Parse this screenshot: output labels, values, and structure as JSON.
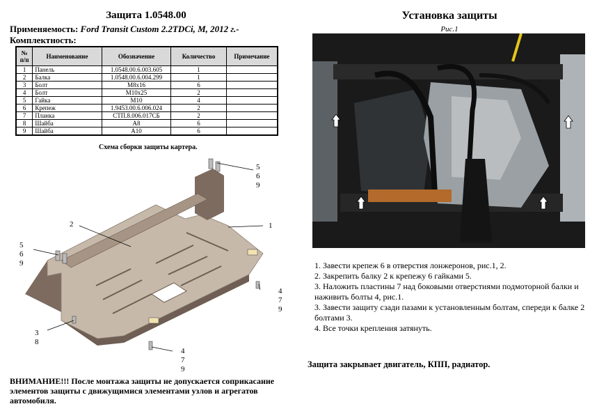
{
  "header": {
    "title": "Защита 1.0548.00",
    "applicability_label": "Применяемость:",
    "applicability_value": "Ford Transit Custom 2.2TDCi, M, 2012 г.-",
    "kit_label": "Комплектность:"
  },
  "parts_table": {
    "columns": [
      "№ п/п",
      "Наименование",
      "Обозначение",
      "Количество",
      "Примечание"
    ],
    "rows": [
      [
        "1",
        "Панель",
        "1.0548.00.6.003.605",
        "1",
        ""
      ],
      [
        "2",
        "Балка",
        "1.0548.00.6.004.299",
        "1",
        ""
      ],
      [
        "3",
        "Болт",
        "М8х16",
        "6",
        ""
      ],
      [
        "4",
        "Болт",
        "М10х25",
        "2",
        ""
      ],
      [
        "5",
        "Гайка",
        "М10",
        "4",
        ""
      ],
      [
        "6",
        "Крепеж",
        "1.9453.00.6.006.024",
        "2",
        ""
      ],
      [
        "7",
        "Планка",
        "СТП.8.006.017СБ",
        "2",
        ""
      ],
      [
        "8",
        "Шайба",
        "А8",
        "6",
        ""
      ],
      [
        "9",
        "Шайба",
        "А10",
        "6",
        ""
      ]
    ]
  },
  "assembly": {
    "caption": "Схема сборки защиты картера.",
    "callouts": {
      "top_right": "5\n6\n9",
      "beam": "2",
      "panel": "1",
      "left": "5\n6\n9",
      "right": "4\n7\n9",
      "bottom_left": "3\n8",
      "bottom": "4\n7\n9"
    }
  },
  "warning": "ВНИМАНИЕ!!!   После монтажа защиты не допускается соприкасание элементов защиты с движущимися элементами узлов и агрегатов автомобиля.",
  "installation": {
    "title": "Установка защиты",
    "figure_label": "Рис.1",
    "steps": [
      "1. Завести крепеж 6 в отверстия лонжеронов, рис.1, 2.",
      "2. Закрепить балку 2 к крепежу 6 гайками 5.",
      "3. Наложить пластины 7 над боковыми отверстиями подмоторной балки и наживить болты 4, рис.1.",
      "3. Завести защиту сзади пазами к установленным болтам, спереди к балке 2 болтами 3.",
      "4. Все точки крепления затянуть."
    ],
    "note": "Защита закрывает двигатель, КПП, радиатор."
  },
  "colors": {
    "table_header_bg": "#d9d9d9",
    "panel_top": "#c6b9aa",
    "panel_side": "#7d6b5f",
    "photo_bg": "#1a1a1a",
    "photo_metal": "#9aa0a4"
  },
  "icons": [
    "arrow-up-icon"
  ]
}
